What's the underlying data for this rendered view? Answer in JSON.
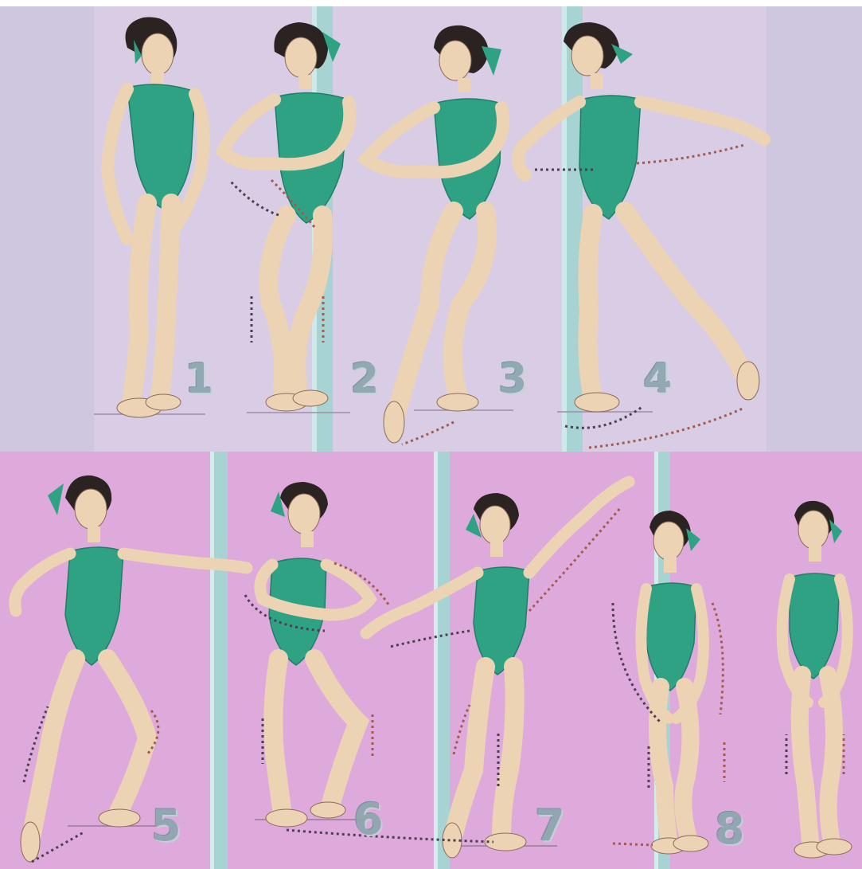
{
  "colors": {
    "top_bg": "#d8cde4",
    "top_bg_outer": "#cfc6df",
    "bottom_bg": "#dca6d9",
    "leotard": "#2fa283",
    "leotard_dark": "#1f7f66",
    "skin": "#ecd3b4",
    "skin_line": "#8a6b5a",
    "hair": "#2b2322",
    "ribbon": "#2fa283",
    "barre": "#a7d3d3",
    "barre_dark": "#7bb7b9",
    "arrow_dark": "#4b3f50",
    "arrow_red": "#a45a4c",
    "number": "#8aa6ad"
  },
  "figures": [
    {
      "step": "1",
      "pose": "standing-crossed-feet",
      "icon": "dancer"
    },
    {
      "step": "2",
      "pose": "plie-arms-low",
      "icon": "dancer"
    },
    {
      "step": "3",
      "pose": "tendu-arms-low",
      "icon": "dancer"
    },
    {
      "step": "4",
      "pose": "degage-arms-open",
      "icon": "dancer"
    },
    {
      "step": "5",
      "pose": "lunge-arm-extended",
      "icon": "dancer"
    },
    {
      "step": "6",
      "pose": "plie-arms-low",
      "icon": "dancer"
    },
    {
      "step": "7",
      "pose": "arm-raised-high",
      "icon": "dancer"
    },
    {
      "step": "8",
      "pose": "closing-fifth",
      "icon": "dancer"
    }
  ]
}
